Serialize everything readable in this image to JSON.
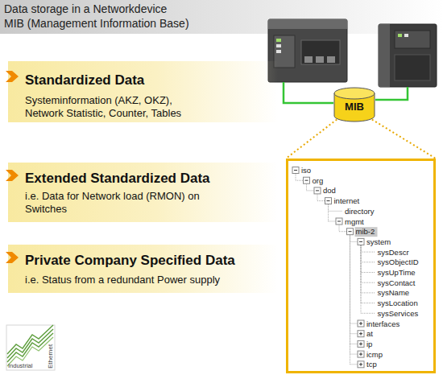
{
  "diagram": {
    "title": "Data storage in a Networkdevice",
    "nodes": [
      {
        "text": [
          "Standardized Data",
          "Systeminformation (AKZ, OKZ), Network Statistic, Counter, Tables"
        ]
      },
      {
        "text": [
          "Extended Standardized Data",
          "i.e. Data for Network load (RMON) on Switches"
        ]
      },
      {
        "text": [
          "Private Company Specified Data",
          "i.e. Status from a redundant Power supply"
        ]
      },
      {
        "text": [
          "MIB"
        ]
      },
      {
        "text": [
          "iso",
          "org",
          "dod",
          "internet",
          "directory",
          "mgmt",
          "mib-2",
          "system",
          "sysDescr",
          "sysObjectID",
          "sysUpTime",
          "sysContact",
          "sysName",
          "sysLocation",
          "sysServices",
          "interfaces",
          "at",
          "ip",
          "icmp",
          "tcp"
        ]
      }
    ],
    "edges": [
      {
        "from": 3,
        "to": 4,
        "arrow": "none"
      },
      {
        "from": 3,
        "to": 4,
        "arrow": "none"
      }
    ],
    "labels": [
      "MIB (Management Information Base)",
      "Industrial",
      "Ethernet"
    ]
  }
}
